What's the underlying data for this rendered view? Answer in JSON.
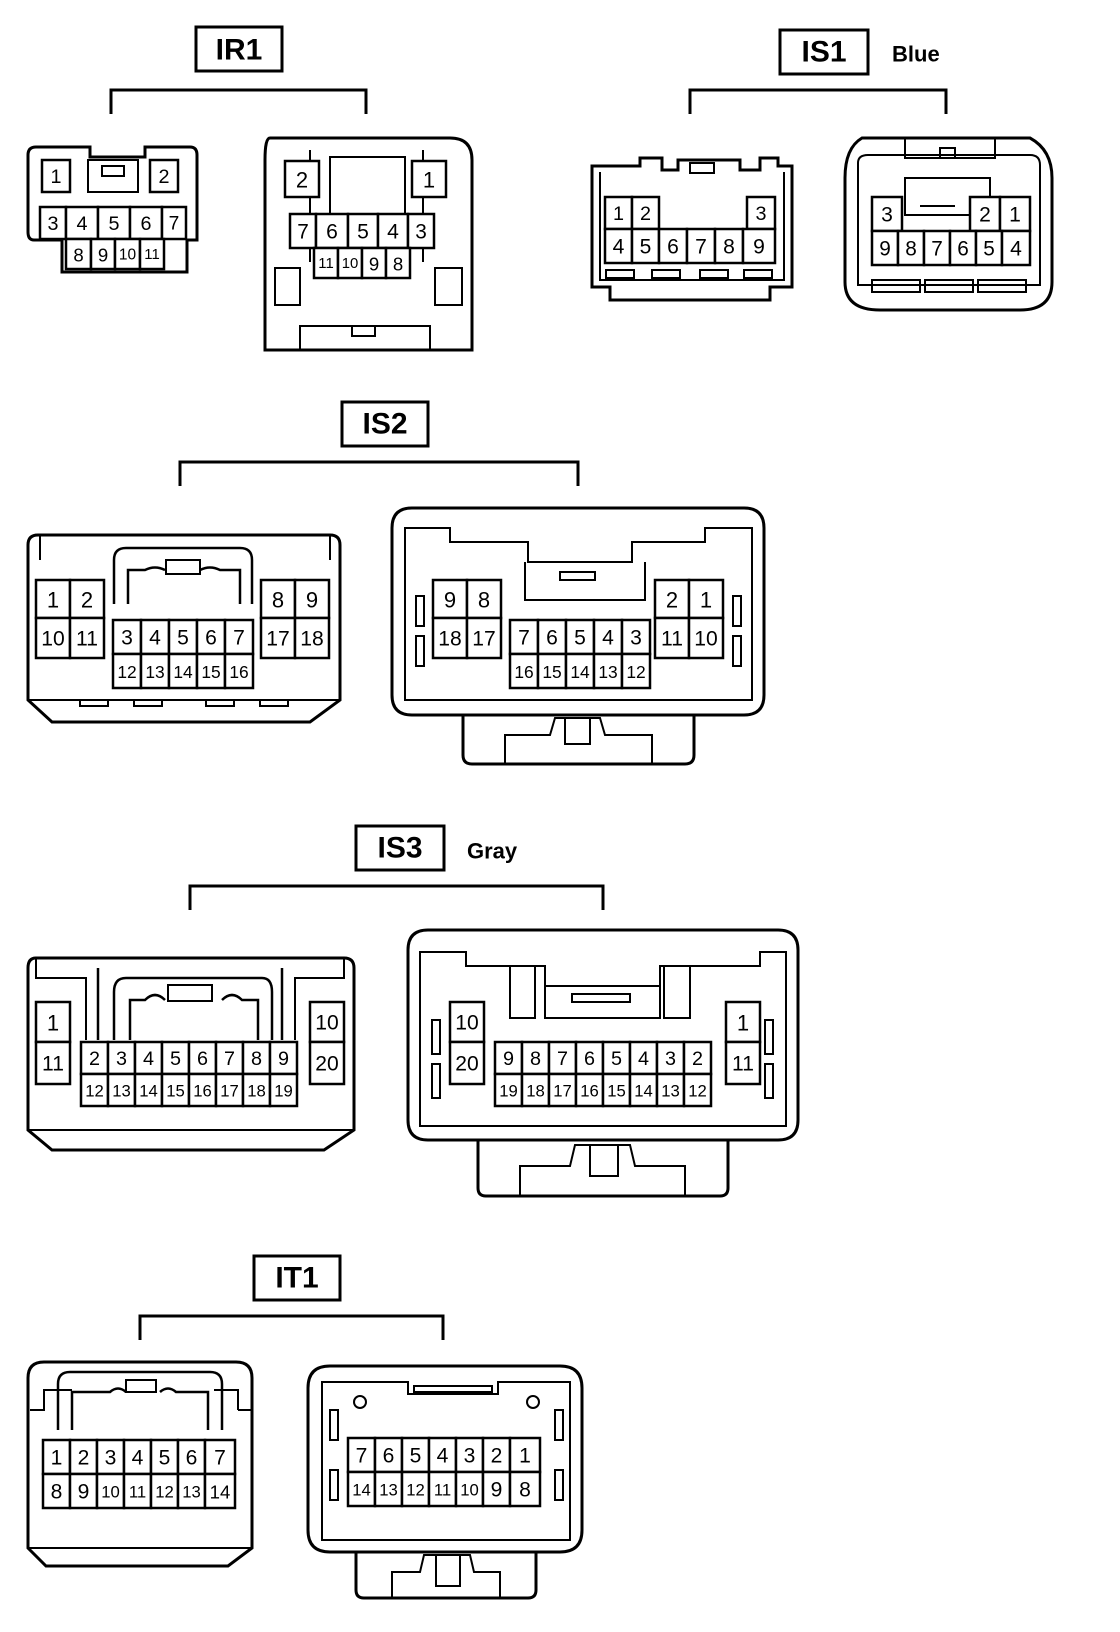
{
  "connectors": {
    "IR1": {
      "label": "IR1"
    },
    "IS1": {
      "label": "IS1",
      "color_note": "Blue"
    },
    "IS2": {
      "label": "IS2"
    },
    "IS3": {
      "label": "IS3",
      "color_note": "Gray"
    },
    "IT1": {
      "label": "IT1"
    }
  },
  "pins": {
    "IR1_male": [
      "1",
      "2",
      "3",
      "4",
      "5",
      "6",
      "7",
      "8",
      "9",
      "10",
      "11"
    ],
    "IR1_female": [
      "2",
      "1",
      "7",
      "6",
      "5",
      "4",
      "3",
      "11",
      "10",
      "9",
      "8"
    ],
    "IS1_male": [
      "1",
      "2",
      "3",
      "4",
      "5",
      "6",
      "7",
      "8",
      "9"
    ],
    "IS1_female": [
      "3",
      "2",
      "1",
      "9",
      "8",
      "7",
      "6",
      "5",
      "4"
    ],
    "IS2_male": [
      "1",
      "2",
      "10",
      "11",
      "3",
      "4",
      "5",
      "6",
      "7",
      "12",
      "13",
      "14",
      "15",
      "16",
      "8",
      "9",
      "17",
      "18"
    ],
    "IS2_female": [
      "9",
      "8",
      "18",
      "17",
      "7",
      "6",
      "5",
      "4",
      "3",
      "16",
      "15",
      "14",
      "13",
      "12",
      "2",
      "1",
      "11",
      "10"
    ],
    "IS3_male": [
      "1",
      "11",
      "2",
      "3",
      "4",
      "5",
      "6",
      "7",
      "8",
      "9",
      "12",
      "13",
      "14",
      "15",
      "16",
      "17",
      "18",
      "19",
      "10",
      "20"
    ],
    "IS3_female": [
      "10",
      "20",
      "9",
      "8",
      "7",
      "6",
      "5",
      "4",
      "3",
      "2",
      "19",
      "18",
      "17",
      "16",
      "15",
      "14",
      "13",
      "12",
      "1",
      "11"
    ],
    "IT1_male": [
      "1",
      "2",
      "3",
      "4",
      "5",
      "6",
      "7",
      "8",
      "9",
      "10",
      "11",
      "12",
      "13",
      "14"
    ],
    "IT1_female": [
      "7",
      "6",
      "5",
      "4",
      "3",
      "2",
      "1",
      "14",
      "13",
      "12",
      "11",
      "10",
      "9",
      "8"
    ]
  }
}
